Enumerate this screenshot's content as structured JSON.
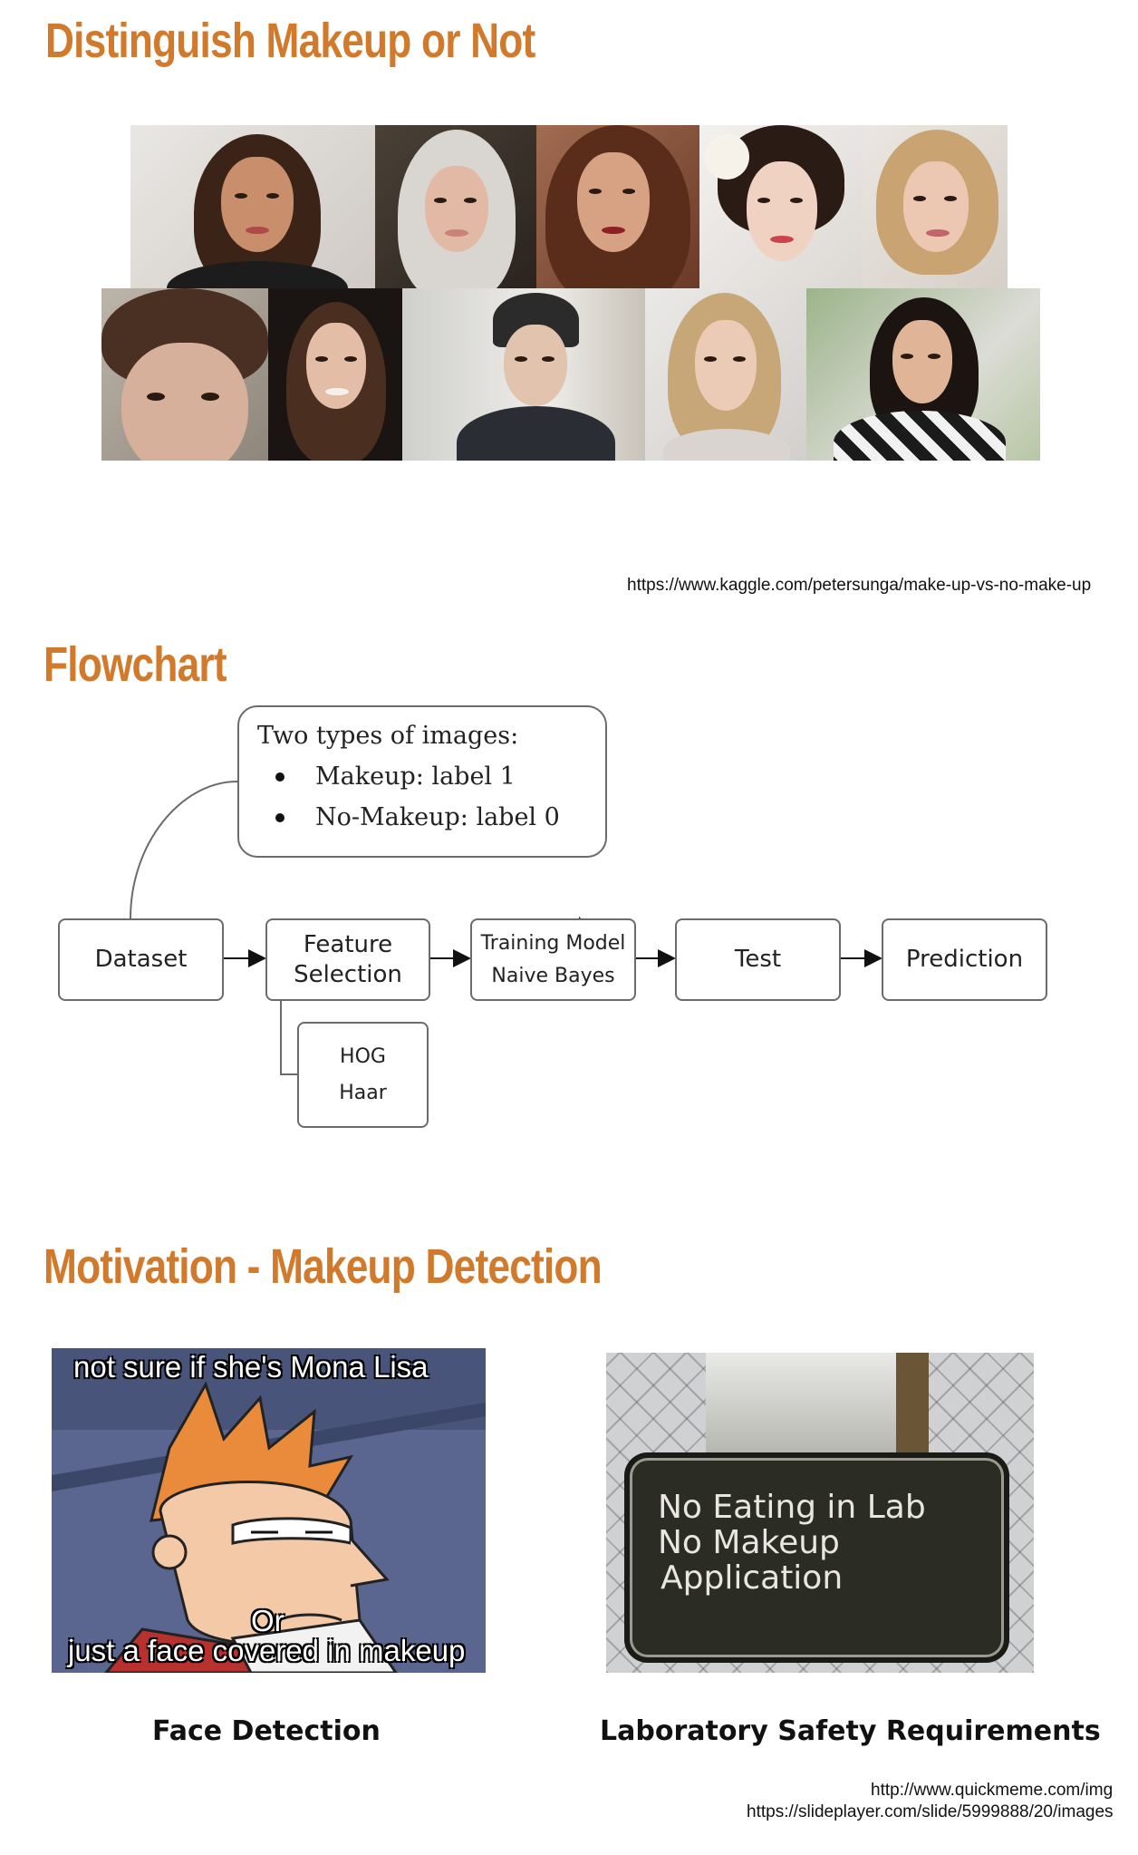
{
  "section1": {
    "title": "Distinguish Makeup or Not",
    "photos_row1": [
      "makeup-photo",
      "makeup-photo",
      "makeup-photo",
      "makeup-photo",
      "makeup-photo"
    ],
    "photos_row2": [
      "no-makeup-photo",
      "no-makeup-photo",
      "no-makeup-photo",
      "no-makeup-photo",
      "no-makeup-photo"
    ],
    "source": "https://www.kaggle.com/petersunga/make-up-vs-no-make-up"
  },
  "section2": {
    "title": "Flowchart",
    "note": {
      "heading": "Two types of images:",
      "items": [
        "Makeup: label 1",
        "No-Makeup: label 0"
      ]
    },
    "steps": {
      "dataset": "Dataset",
      "feature_line1": "Feature",
      "feature_line2": "Selection",
      "training_line1": "Training Model",
      "training_line2": "Naive Bayes",
      "test": "Test",
      "prediction": "Prediction"
    },
    "features": [
      "HOG",
      "Haar"
    ]
  },
  "section3": {
    "title": "Motivation - Makeup Detection",
    "meme": {
      "top": "not sure if she's Mona Lisa",
      "middle": "Or",
      "bottom": "just a face covered in makeup"
    },
    "sign": {
      "line1": "No Eating in Lab",
      "line2": "No Makeup",
      "line3": "Application"
    },
    "caption_left": "Face Detection",
    "caption_right": "Laboratory Safety Requirements",
    "source1": "http://www.quickmeme.com/img",
    "source2": "https://slideplayer.com/slide/5999888/20/images"
  },
  "colors": {
    "accent": "#d27a2c",
    "box_border": "#6b6b6b",
    "sign_bg": "#2b2d25"
  }
}
